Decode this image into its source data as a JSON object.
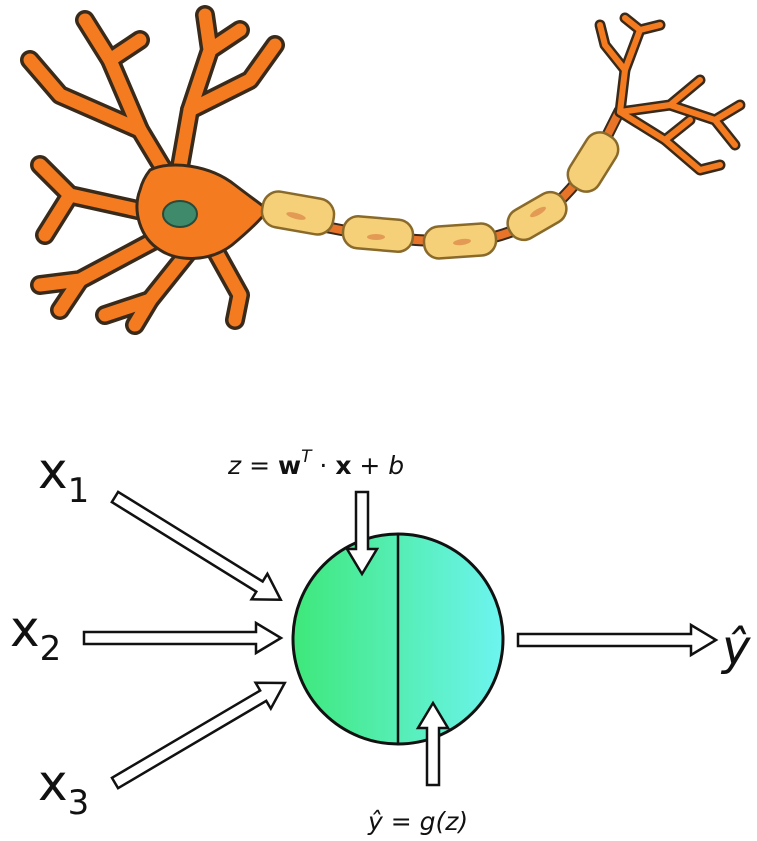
{
  "colors": {
    "neuron_body": "#f47b20",
    "neuron_outline": "#3a2a1a",
    "nucleus": "#3e8a6a",
    "myelin": "#f5d078",
    "myelin_outline": "#8a6a2a",
    "node": "#e8742a",
    "unit_gradient_left": "#3ee87a",
    "unit_gradient_right": "#6df4f0",
    "arrow_fill": "#ffffff",
    "stroke": "#111111"
  },
  "inputs": [
    {
      "base": "x",
      "sub": "1"
    },
    {
      "base": "x",
      "sub": "2"
    },
    {
      "base": "x",
      "sub": "3"
    }
  ],
  "output": {
    "label": "ŷ"
  },
  "equations": {
    "linear": {
      "lhs": "z",
      "equals": " = ",
      "w": "w",
      "w_sup": "T",
      "dot": " · ",
      "x": "x",
      "plus": " + ",
      "b": "b"
    },
    "activation": {
      "lhs": "ŷ",
      "rest": " = g(z)"
    }
  },
  "icons": {
    "neuron": "neuron-illustration-icon",
    "unit": "perceptron-unit-icon",
    "arrow": "hollow-arrow-icon"
  }
}
